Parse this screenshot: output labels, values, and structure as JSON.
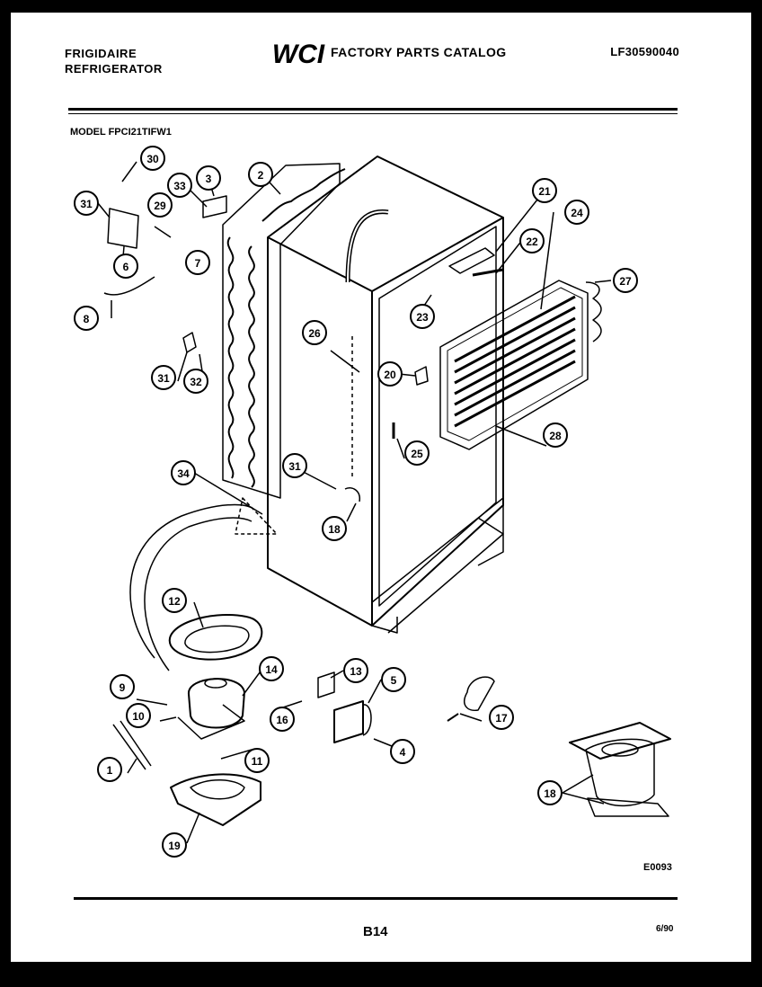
{
  "header": {
    "brand_line1": "FRIGIDAIRE",
    "brand_line2": "REFRIGERATOR",
    "logo_text": "WCI",
    "catalog_title": "FACTORY PARTS CATALOG",
    "catalog_number": "LF30590040"
  },
  "model_label": "MODEL FPCI21TIFW1",
  "diagram_code": "E0093",
  "footer": {
    "page_number": "B14",
    "date": "6/90"
  },
  "callouts": [
    "30",
    "31",
    "33",
    "3",
    "2",
    "29",
    "6",
    "7",
    "8",
    "31",
    "32",
    "26",
    "21",
    "22",
    "24",
    "23",
    "27",
    "20",
    "25",
    "28",
    "34",
    "31",
    "18",
    "12",
    "9",
    "14",
    "13",
    "5",
    "10",
    "16",
    "4",
    "17",
    "1",
    "11",
    "18",
    "19"
  ]
}
